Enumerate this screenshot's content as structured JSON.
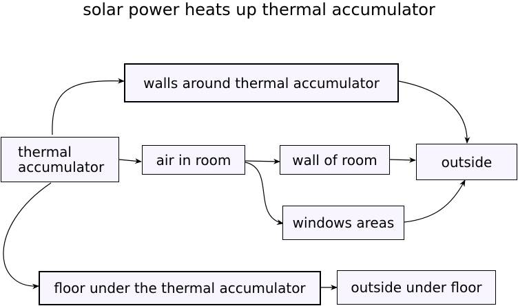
{
  "title": "solar power heats up thermal accumulator",
  "nodes": {
    "thermal_accumulator": [
      "thermal",
      "accumulator"
    ],
    "walls_around": "walls around thermal accumulator",
    "air_in_room": "air in room",
    "wall_of_room": "wall of room",
    "outside": "outside",
    "windows_areas": "windows areas",
    "floor_under": "floor under the thermal accumulator",
    "outside_under_floor": "outside under floor"
  },
  "edges": [
    {
      "from": "thermal accumulator",
      "to": "walls around thermal accumulator"
    },
    {
      "from": "thermal accumulator",
      "to": "air in room"
    },
    {
      "from": "thermal accumulator",
      "to": "floor under the thermal accumulator"
    },
    {
      "from": "walls around thermal accumulator",
      "to": "outside"
    },
    {
      "from": "air in room",
      "to": "wall of room"
    },
    {
      "from": "air in room",
      "to": "windows areas"
    },
    {
      "from": "wall of room",
      "to": "outside"
    },
    {
      "from": "windows areas",
      "to": "outside"
    },
    {
      "from": "floor under the thermal accumulator",
      "to": "outside under floor"
    }
  ]
}
